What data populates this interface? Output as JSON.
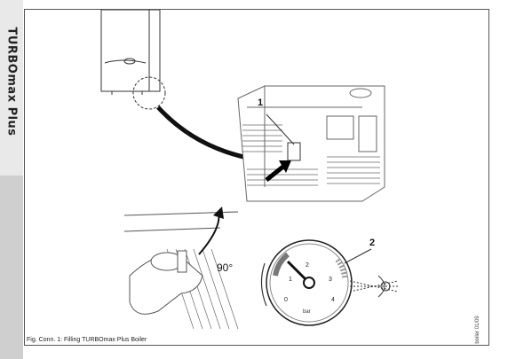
{
  "side_tab": {
    "title": "TURBOmax Plus"
  },
  "figure": {
    "caption": "Fig. Conn. 1: Filling TURBOmax Plus Boiler",
    "code": "boiler 01/09",
    "callouts": {
      "valve": "1",
      "gauge": "2",
      "rotation": "90°"
    },
    "gauge": {
      "scale": [
        "0",
        "1",
        "2",
        "3",
        "4"
      ],
      "unit": "bar"
    }
  }
}
